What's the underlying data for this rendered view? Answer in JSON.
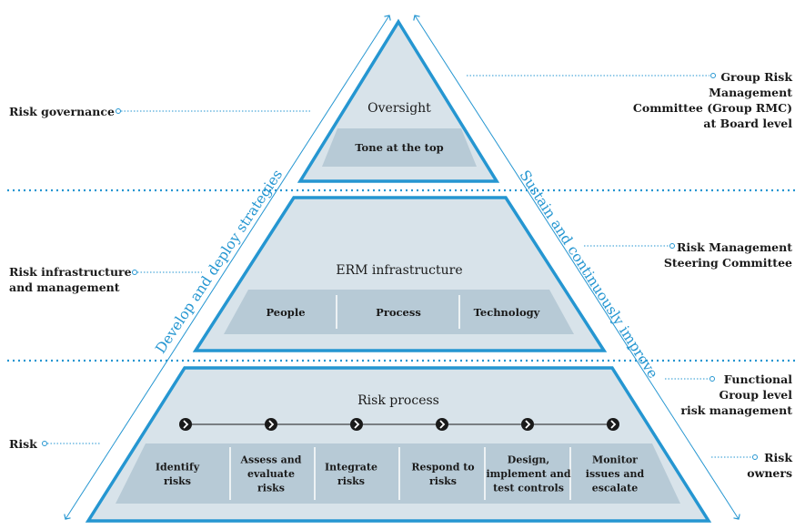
{
  "colors": {
    "accent": "#2596d1",
    "fill": "#d8e3ea",
    "inner": "#b7cad6",
    "text": "#1a1a1a"
  },
  "pyramid": {
    "top": {
      "title": "Oversight",
      "inner": "Tone at the top"
    },
    "middle": {
      "title": "ERM infrastructure",
      "cells": [
        "People",
        "Process",
        "Technology"
      ]
    },
    "bottom": {
      "title": "Risk process",
      "steps": [
        [
          "Identify",
          "risks"
        ],
        [
          "Assess and",
          "evaluate",
          "risks"
        ],
        [
          "Integrate",
          "risks"
        ],
        [
          "Respond to",
          "risks"
        ],
        [
          "Design,",
          "implement and",
          "test controls"
        ],
        [
          "Monitor",
          "issues and",
          "escalate"
        ]
      ]
    }
  },
  "arrows": {
    "left": "Develop and deploy strategies",
    "right": "Sustain and continuously improve"
  },
  "left_labels": {
    "governance": [
      "Risk governance"
    ],
    "infrastructure": [
      "Risk infrastructure",
      "and management"
    ],
    "risk": [
      "Risk"
    ]
  },
  "right_labels": {
    "group_rmc": [
      "Group Risk",
      "Management",
      "Committee (Group RMC)",
      "at Board level"
    ],
    "steering": [
      "Risk Management",
      "Steering Committee"
    ],
    "functional": [
      "Functional",
      "Group level",
      "risk management"
    ],
    "owners": [
      "Risk",
      "owners"
    ]
  }
}
